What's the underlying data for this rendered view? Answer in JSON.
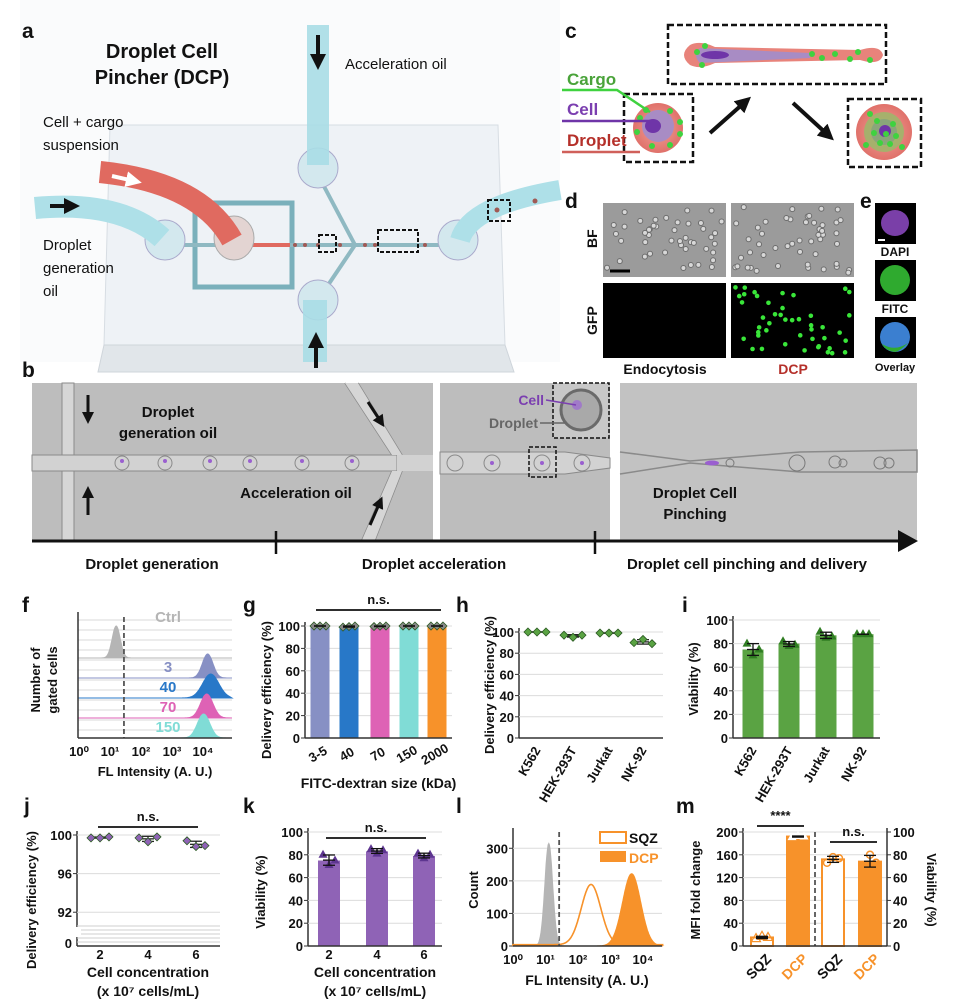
{
  "panel_labels": {
    "a": "a",
    "b": "b",
    "c": "c",
    "d": "d",
    "e": "e",
    "f": "f",
    "g": "g",
    "h": "h",
    "i": "i",
    "j": "j",
    "k": "k",
    "l": "l",
    "m": "m"
  },
  "colors": {
    "tube": "#a9dde6",
    "cargo_tube": "#e06a60",
    "channel": "#8fb9c2",
    "droplet": "#e8837b",
    "cell": "#9d7fc0",
    "nucleus": "#6f35a8",
    "cargo": "#3fd23f",
    "dcp_red": "#b5302a",
    "orange": "#f7922a",
    "purple": "#8f63b6",
    "green": "#5aa343"
  },
  "panel_a": {
    "title_line1": "Droplet Cell",
    "title_line2": "Pincher (DCP)",
    "acceleration_oil": "Acceleration oil",
    "cell_cargo_line1": "Cell + cargo",
    "cell_cargo_line2": "suspension",
    "droplet_gen_line1": "Droplet",
    "droplet_gen_line2": "generation",
    "droplet_gen_line3": "oil"
  },
  "panel_b": {
    "droplet_gen_oil_line1": "Droplet",
    "droplet_gen_oil_line2": "generation oil",
    "acceleration_oil": "Acceleration oil",
    "inset_cell": "Cell",
    "inset_droplet": "Droplet",
    "pinching_line1": "Droplet Cell",
    "pinching_line2": "Pinching",
    "stage_1": "Droplet generation",
    "stage_2": "Droplet acceleration",
    "stage_3": "Droplet cell pinching and delivery"
  },
  "panel_c": {
    "cargo": "Cargo",
    "cell": "Cell",
    "droplet": "Droplet"
  },
  "panel_d": {
    "bf": "BF",
    "gfp": "GFP",
    "endocytosis": "Endocytosis",
    "dcp": "DCP"
  },
  "panel_e": {
    "dapi": "DAPI",
    "fitc": "FITC",
    "overlay": "Overlay"
  },
  "chart_data": [
    {
      "panel": "f",
      "type": "histogram",
      "xlabel": "FL Intensity (A. U.)",
      "ylabel_lines": [
        "Number of",
        "gated cells"
      ],
      "x_scale": "log10",
      "xlim_log10": [
        0,
        4.8
      ],
      "xticks": [
        "10⁰",
        "10¹",
        "10²",
        "10³",
        "10⁴"
      ],
      "gate_log10": 1.45,
      "layout": "stacked-offset",
      "series": [
        {
          "name": "Ctrl",
          "color": "#b5b5b5",
          "peak_log10": 1.2,
          "spread": 0.13
        },
        {
          "name": "3",
          "color": "#8790c4",
          "peak_log10": 4.15,
          "spread": 0.17
        },
        {
          "name": "40",
          "color": "#2878c8",
          "peak_log10": 4.25,
          "spread": 0.26
        },
        {
          "name": "70",
          "color": "#de62b5",
          "peak_log10": 4.12,
          "spread": 0.2
        },
        {
          "name": "150",
          "color": "#80dcd6",
          "peak_log10": 4.02,
          "spread": 0.2
        }
      ]
    },
    {
      "panel": "g",
      "type": "bar",
      "categories": [
        "3-5",
        "40",
        "70",
        "150",
        "2000"
      ],
      "values": [
        100,
        99.5,
        99.8,
        100,
        100
      ],
      "points": [
        [
          100,
          100,
          100
        ],
        [
          99,
          99.5,
          100
        ],
        [
          99.5,
          99.8,
          100
        ],
        [
          100,
          100,
          100
        ],
        [
          100,
          100,
          100
        ]
      ],
      "colors": [
        "#8790c4",
        "#2878c8",
        "#de62b5",
        "#80dcd6",
        "#f7922a"
      ],
      "ylabel": "Delivery efficiency (%)",
      "xlabel": "FITC-dextran size (kDa)",
      "ylim": [
        0,
        100
      ],
      "yticks": [
        "0",
        "20",
        "40",
        "60",
        "80",
        "100"
      ],
      "annotation": "n.s."
    },
    {
      "panel": "h",
      "type": "scatter",
      "categories": [
        "K562",
        "HEK-293T",
        "Jurkat",
        "NK-92"
      ],
      "points": [
        [
          100,
          100,
          100
        ],
        [
          97,
          95,
          97
        ],
        [
          99,
          99,
          99
        ],
        [
          90,
          93,
          89
        ]
      ],
      "color": "#5aa343",
      "marker": "diamond",
      "ylabel": "Delivery efficiency (%)",
      "ylim": [
        0,
        100
      ],
      "yticks": [
        "0",
        "20",
        "40",
        "60",
        "80",
        "100"
      ]
    },
    {
      "panel": "i",
      "type": "bar",
      "categories": [
        "K562",
        "HEK-293T",
        "Jurkat",
        "NK-92"
      ],
      "values": [
        75,
        80,
        87,
        88
      ],
      "points": [
        [
          80,
          70,
          75
        ],
        [
          82,
          78,
          79
        ],
        [
          90,
          85,
          86
        ],
        [
          88,
          88,
          88
        ]
      ],
      "color": "#5aa343",
      "marker": "triangle",
      "ylabel": "Viability (%)",
      "ylim": [
        0,
        100
      ],
      "yticks": [
        "0",
        "20",
        "40",
        "60",
        "80",
        "100"
      ]
    },
    {
      "panel": "j",
      "type": "scatter",
      "categories": [
        "2",
        "4",
        "6"
      ],
      "points": [
        [
          99.7,
          99.7,
          99.8
        ],
        [
          99.7,
          99.3,
          99.8
        ],
        [
          99.4,
          98.8,
          98.9
        ]
      ],
      "color": "#8f63b6",
      "marker": "diamond",
      "ylabel": "Delivery efficiency (%)",
      "xlabel": "Cell concentration",
      "xlabel_2": "(x 10⁷ cells/mL)",
      "ylim": [
        88.5,
        100
      ],
      "yticks": [
        "92",
        "96",
        "100"
      ],
      "axis_break_label": "0",
      "annotation": "n.s."
    },
    {
      "panel": "k",
      "type": "bar",
      "categories": [
        "2",
        "4",
        "6"
      ],
      "values": [
        75,
        83,
        79
      ],
      "points": [
        [
          80,
          71,
          75
        ],
        [
          85,
          81,
          84
        ],
        [
          81,
          77,
          80
        ]
      ],
      "color": "#8f63b6",
      "marker": "triangle",
      "ylabel": "Viability (%)",
      "xlabel": "Cell concentration",
      "xlabel_2": "(x 10⁷ cells/mL)",
      "ylim": [
        0,
        100
      ],
      "yticks": [
        "0",
        "20",
        "40",
        "60",
        "80",
        "100"
      ],
      "annotation": "n.s."
    },
    {
      "panel": "l",
      "type": "histogram",
      "xlabel": "FL Intensity (A. U.)",
      "ylabel": "Count",
      "x_scale": "log10",
      "xlim_log10": [
        0,
        4.6
      ],
      "xticks": [
        "10⁰",
        "10¹",
        "10²",
        "10³",
        "10⁴"
      ],
      "ylim": [
        0,
        350
      ],
      "yticks": [
        "0",
        "100",
        "200",
        "300"
      ],
      "gate_log10": 1.42,
      "legend": [
        "SQZ",
        "DCP"
      ],
      "legend_position": "top-right",
      "series": [
        {
          "name": "Ctrl",
          "color": "#b5b5b5",
          "style": "filled",
          "peak_log10": 1.1,
          "spread": 0.12,
          "peak_count": 315
        },
        {
          "name": "SQZ",
          "color": "#f7922a",
          "style": "outline",
          "peak_log10": 2.4,
          "spread": 0.3,
          "peak_count": 185
        },
        {
          "name": "DCP",
          "color": "#f7922a",
          "style": "filled",
          "peak_log10": 3.65,
          "spread": 0.28,
          "peak_count": 222
        }
      ]
    },
    {
      "panel": "m",
      "type": "bar-dual-axis",
      "categories": [
        "SQZ",
        "DCP",
        "SQZ",
        "DCP"
      ],
      "left": {
        "label": "MFI fold change",
        "values": [
          15,
          192
        ],
        "points": [
          [
            13,
            17,
            15
          ],
          [
            191,
            193,
            192
          ]
        ],
        "ylim": [
          0,
          200
        ],
        "yticks": [
          "0",
          "40",
          "80",
          "120",
          "160",
          "200"
        ]
      },
      "right": {
        "label": "Viability (%)",
        "values": [
          76,
          74
        ],
        "points": [
          [
            73,
            78,
            77
          ],
          [
            70,
            80,
            73
          ]
        ],
        "ylim": [
          0,
          100
        ],
        "yticks": [
          "0",
          "20",
          "40",
          "60",
          "80",
          "100"
        ]
      },
      "styles": [
        "outline",
        "filled",
        "outline",
        "filled"
      ],
      "color": "#f7922a",
      "annotations": [
        "****",
        "n.s."
      ]
    }
  ]
}
